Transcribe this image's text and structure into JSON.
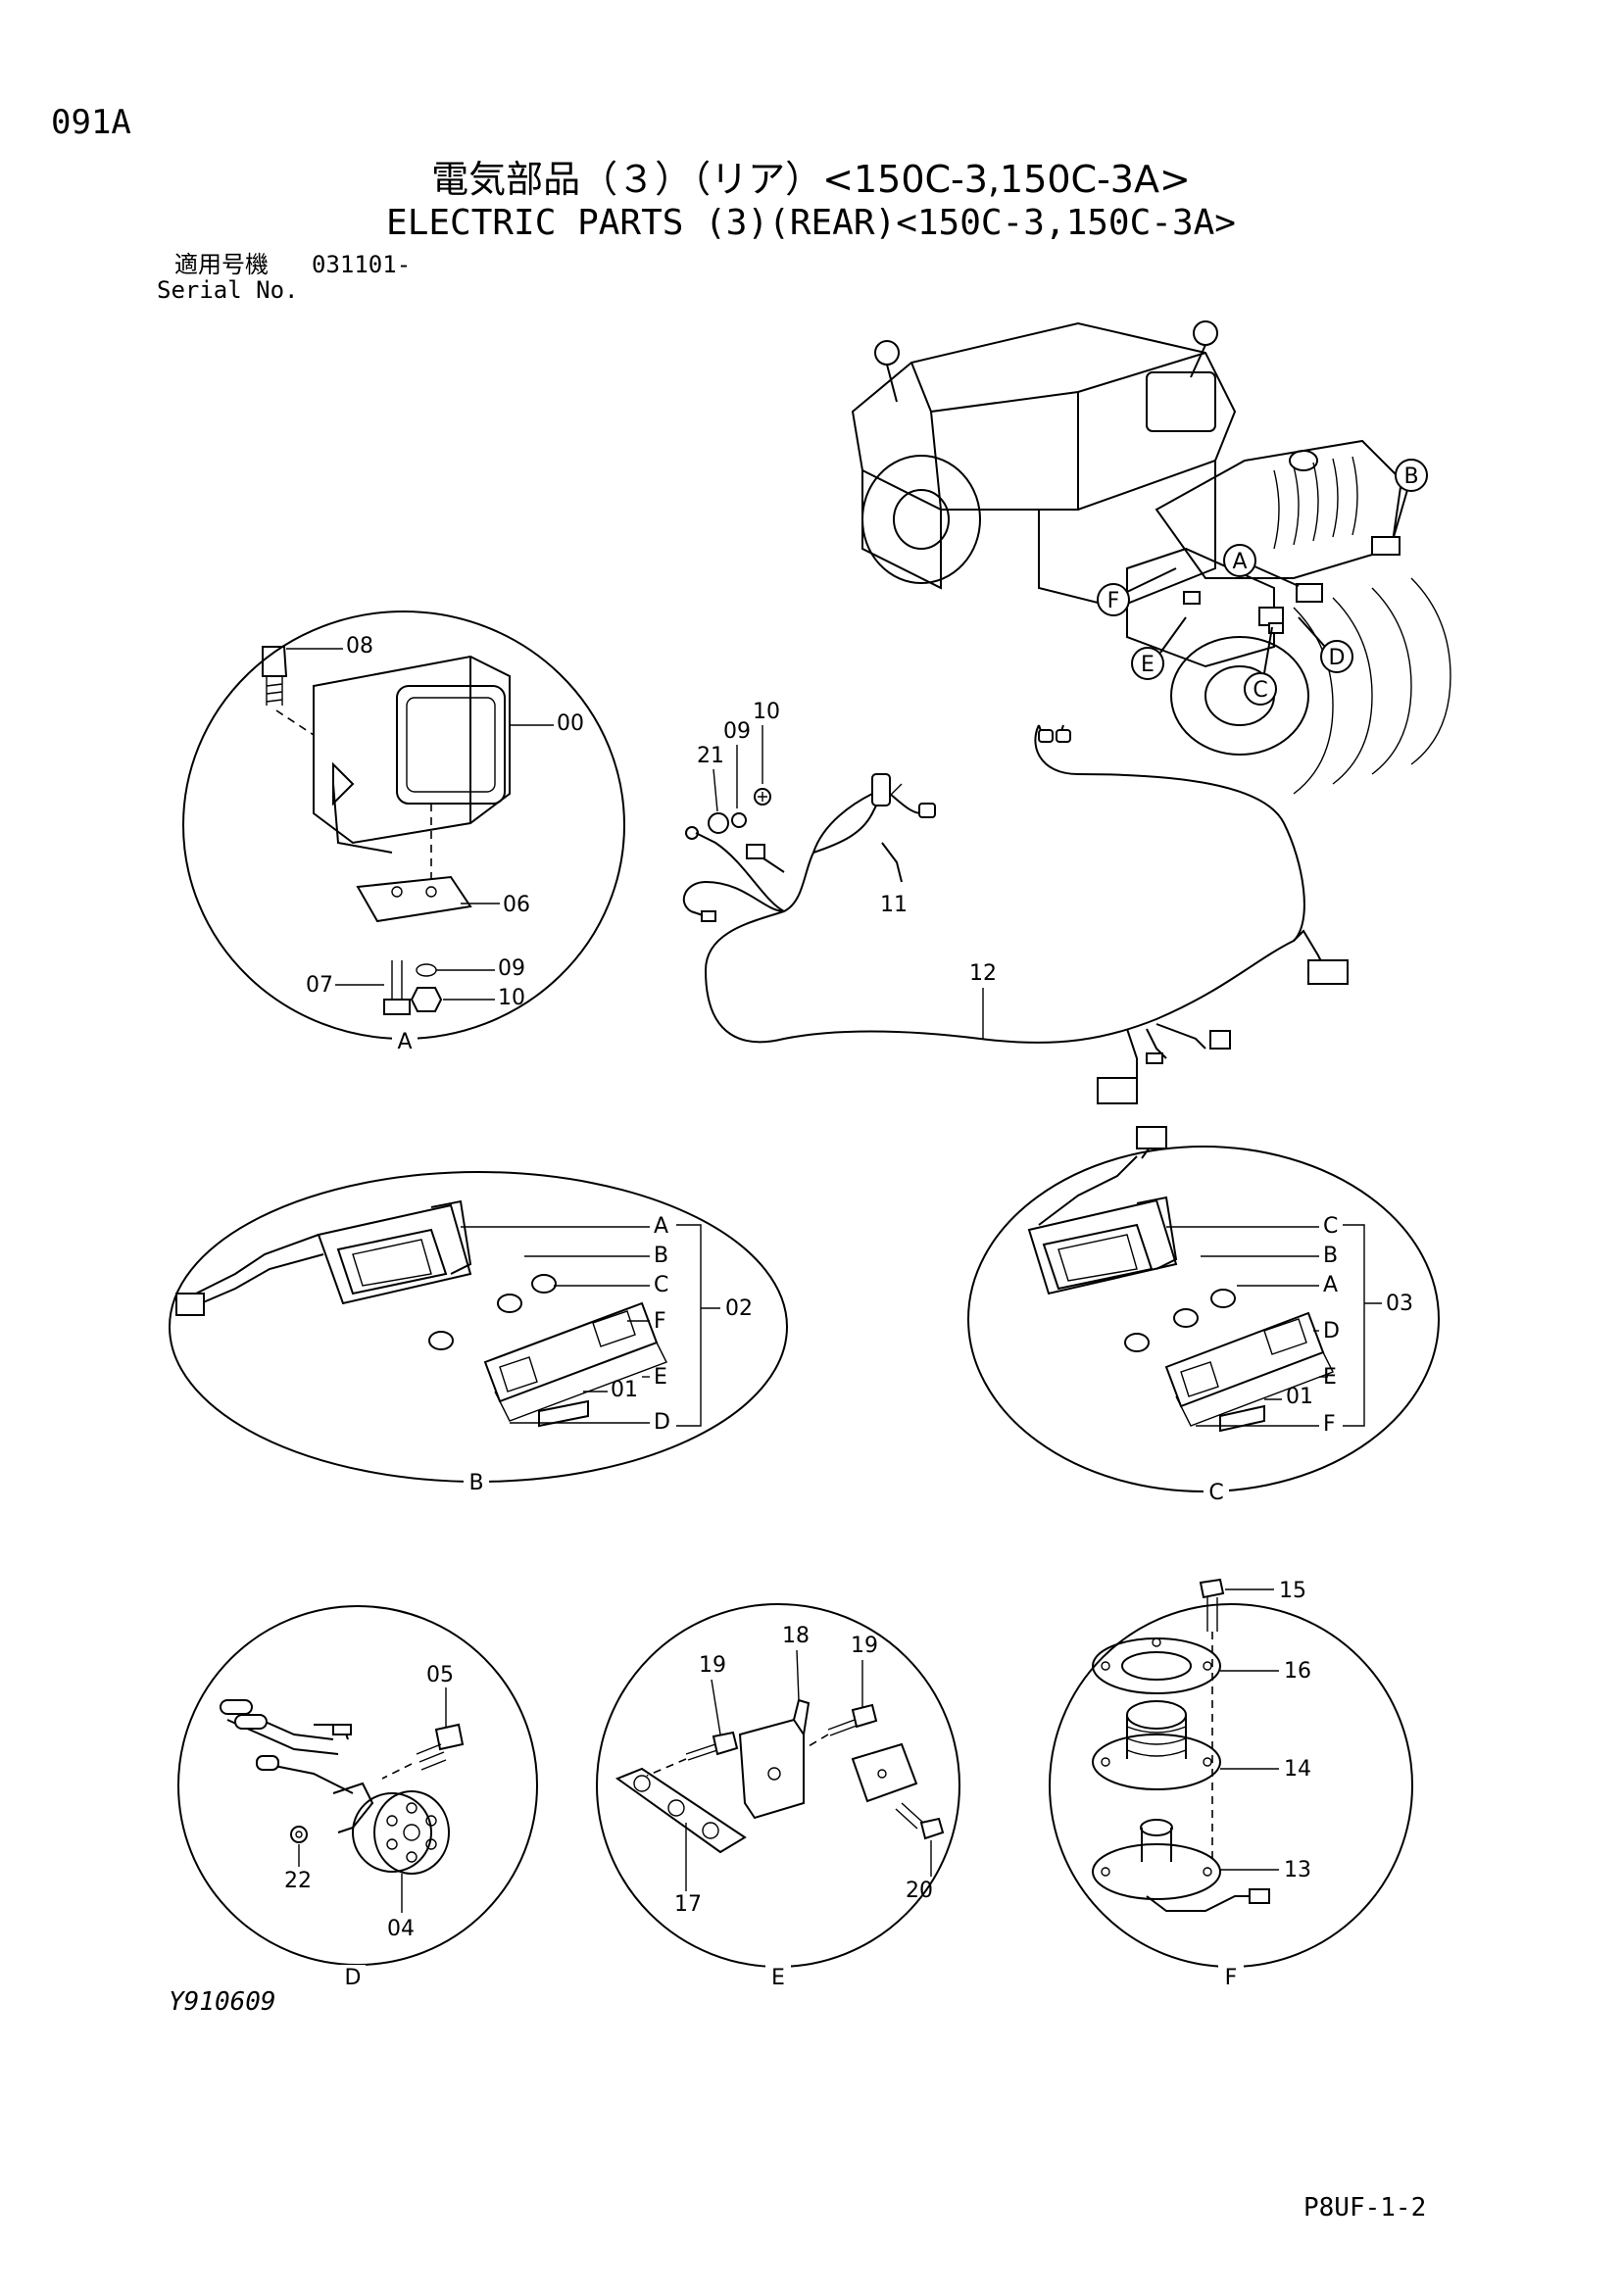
{
  "header": {
    "page_code": "091A",
    "title_jp": "電気部品（３）（リア）<150C-3,150C-3A>",
    "title_en": "ELECTRIC PARTS (3)(REAR)<150C-3,150C-3A>",
    "serial_label_jp": "適用号機",
    "serial_value": "031101-",
    "serial_label_en": "Serial No."
  },
  "overview": {
    "callouts": [
      "A",
      "B",
      "C",
      "D",
      "E",
      "F"
    ]
  },
  "harness": {
    "labels": [
      "10",
      "09",
      "21",
      "11",
      "12"
    ]
  },
  "detail_A": {
    "id": "A",
    "labels": [
      "08",
      "00",
      "06",
      "07",
      "09",
      "10"
    ]
  },
  "detail_B": {
    "id": "B",
    "letters": [
      "A",
      "B",
      "C",
      "F",
      "E",
      "D"
    ],
    "assembly": "02",
    "part": "01"
  },
  "detail_C": {
    "id": "C",
    "letters": [
      "C",
      "B",
      "A",
      "D",
      "E",
      "F"
    ],
    "assembly": "03",
    "part": "01"
  },
  "detail_D": {
    "id": "D",
    "labels": [
      "05",
      "22",
      "04"
    ]
  },
  "detail_E": {
    "id": "E",
    "labels": [
      "18",
      "19",
      "19",
      "17",
      "20"
    ]
  },
  "detail_F": {
    "id": "F",
    "labels": [
      "15",
      "16",
      "14",
      "13"
    ]
  },
  "footer": {
    "figure_id": "Y910609",
    "sheet_code": "P8UF-1-2"
  }
}
